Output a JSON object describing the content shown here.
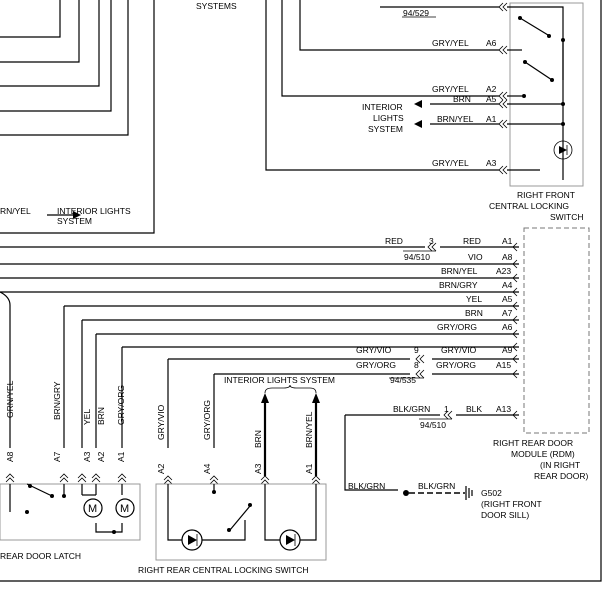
{
  "text": {
    "systems_top": "SYSTEMS",
    "splice_94_529": "94/529",
    "rf_wire_a6": "GRY/YEL",
    "rf_pin_a6": "A6",
    "rf_wire_a2": "GRY/YEL",
    "rf_pin_a2": "A2",
    "rf_wire_a5": "BRN",
    "rf_pin_a5": "A5",
    "rf_wire_a1": "BRN/YEL",
    "rf_pin_a1": "A1",
    "rf_wire_a3": "GRY/YEL",
    "rf_pin_a3": "A3",
    "interior_1": "INTERIOR",
    "interior_2": "LIGHTS",
    "interior_3": "SYSTEM",
    "rf_title_1": "RIGHT FRONT",
    "rf_title_2": "CENTRAL LOCKING",
    "rf_title_3": "SWITCH",
    "left_wire": "RN/YEL",
    "ils_left_1": "INTERIOR LIGHTS",
    "ils_left_2": "SYSTEM",
    "red_wire_l": "RED",
    "red_conn": "3",
    "red_wire_r": "RED",
    "pin_a1": "A1",
    "splice_94_510": "94/510",
    "vio_wire": "VIO",
    "pin_a8": "A8",
    "brnyel_wire": "BRN/YEL",
    "pin_a23": "A23",
    "brngry_wire": "BRN/GRY",
    "pin_a4": "A4",
    "yel_wire": "YEL",
    "pin_a5": "A5",
    "brn_wire": "BRN",
    "pin_a7": "A7",
    "gryorg_wire": "GRY/ORG",
    "pin_a6": "A6",
    "gryvio_l": "GRY/VIO",
    "gryvio_conn": "9",
    "gryvio_r": "GRY/VIO",
    "pin_a9": "A9",
    "gryorg_l": "GRY/ORG",
    "gryorg_conn": "8",
    "gryorg_r": "GRY/ORG",
    "pin_a15": "A15",
    "splice_94_535": "94/535",
    "ils_mid": "INTERIOR LIGHTS SYSTEM",
    "blkgrn_l": "BLK/GRN",
    "blkgrn_conn": "1",
    "blk_r": "BLK",
    "pin_a13": "A13",
    "splice_94_510b": "94/510",
    "rdm_1": "RIGHT REAR DOOR",
    "rdm_2": "MODULE (RDM)",
    "rdm_3": "(IN RIGHT",
    "rdm_4": "REAR DOOR)",
    "gnd_wire_1": "BLK/GRN",
    "gnd_wire_2": "BLK/GRN",
    "g502_1": "G502",
    "g502_2": "(RIGHT FRONT",
    "g502_3": "DOOR SILL)",
    "latch_v1": "GRN/YEL",
    "latch_v2": "BRN/GRY",
    "latch_v3": "YEL",
    "latch_v4": "BRN",
    "latch_v5": "GRY/ORG",
    "latch_p1": "A8",
    "latch_p2": "A7",
    "latch_p3": "A3",
    "latch_p4": "A2",
    "latch_p5": "A1",
    "motor_1": "M",
    "motor_2": "M",
    "latch_title": "REAR DOOR LATCH",
    "sw_v1": "GRY/VIO",
    "sw_v2": "GRY/ORG",
    "sw_v3": "BRN",
    "sw_v4": "BRN/YEL",
    "sw_p1": "A2",
    "sw_p2": "A4",
    "sw_p3": "A3",
    "sw_p4": "A1",
    "rr_switch_title": "RIGHT REAR CENTRAL LOCKING SWITCH"
  }
}
